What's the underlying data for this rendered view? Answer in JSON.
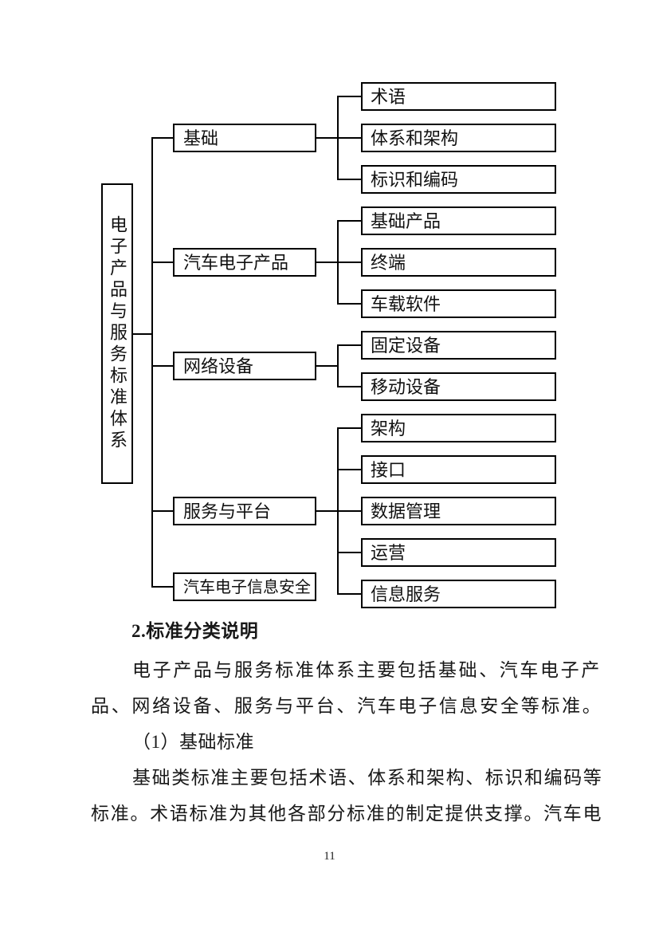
{
  "diagram": {
    "root_label": "电子产品与服务标准体系",
    "branches": [
      {
        "label": "基础"
      },
      {
        "label": "汽车电子产品"
      },
      {
        "label": "网络设备"
      },
      {
        "label": "服务与平台"
      },
      {
        "label": "汽车电子信息安全"
      }
    ],
    "leaves": [
      "术语",
      "体系和架构",
      "标识和编码",
      "基础产品",
      "终端",
      "车载软件",
      "固定设备",
      "移动设备",
      "架构",
      "接口",
      "数据管理",
      "运营",
      "信息服务"
    ],
    "structure": [
      {
        "branch": "基础",
        "children": [
          "术语",
          "体系和架构",
          "标识和编码"
        ]
      },
      {
        "branch": "汽车电子产品",
        "children": [
          "基础产品",
          "终端",
          "车载软件"
        ]
      },
      {
        "branch": "网络设备",
        "children": [
          "固定设备",
          "移动设备"
        ]
      },
      {
        "branch": "服务与平台",
        "children": [
          "架构",
          "接口",
          "数据管理",
          "运营",
          "信息服务"
        ]
      },
      {
        "branch": "汽车电子信息安全",
        "children": []
      }
    ]
  },
  "content": {
    "heading": "2.标准分类说明",
    "para1_line1": "电子产品与服务标准体系主要包括基础、汽车电子产",
    "para1_line2": "品、网络设备、服务与平台、汽车电子信息安全等标准。",
    "subheading": "（1）基础标准",
    "para2_line1": "基础类标准主要包括术语、体系和架构、标识和编码等",
    "para2_line2": "标准。术语标准为其他各部分标准的制定提供支撑。汽车电"
  },
  "footer": {
    "page_number": "11"
  },
  "colors": {
    "line": "#000000",
    "text": "#181818",
    "background": "#ffffff"
  }
}
